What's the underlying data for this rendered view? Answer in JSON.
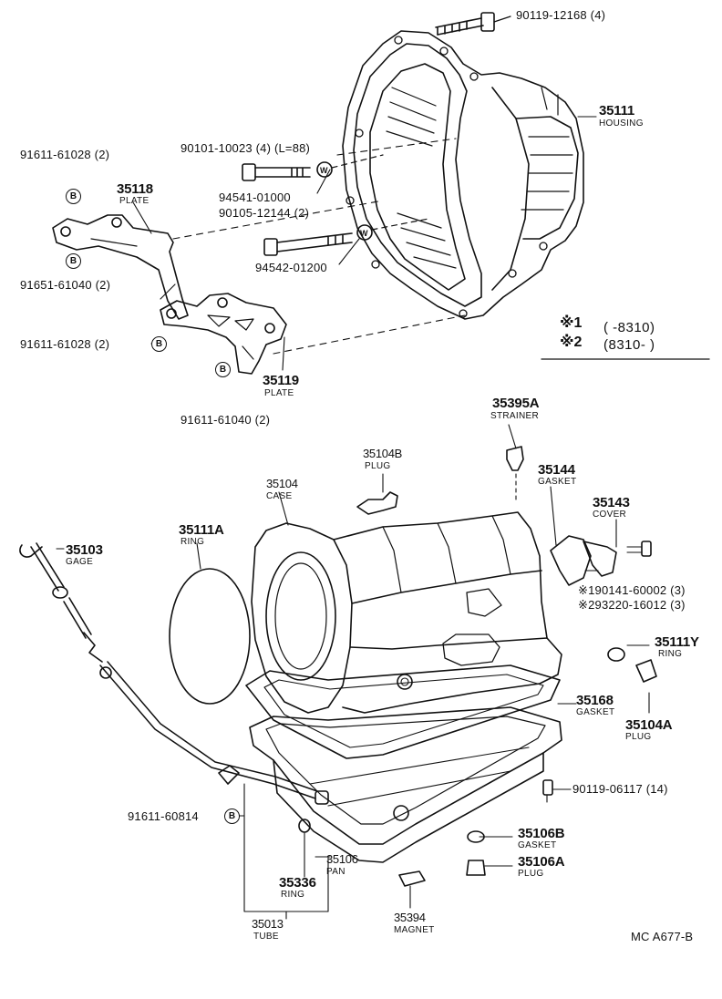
{
  "diagram_code": "MC A677-B",
  "legend": {
    "row1_symbol": "※1",
    "row1_range": "(      -8310)",
    "row2_symbol": "※2",
    "row2_range": "(8310-      )"
  },
  "washer_symbol": "W",
  "bolt_symbol": "B",
  "parts": {
    "bolt_housing": "90119-12168 (4)",
    "housing": {
      "number": "35111",
      "name": "HOUSING"
    },
    "bolt_91611_61028_top": "91611-61028 (2)",
    "bolt_90101": "90101-10023 (4) (L=88)",
    "plate_35118": {
      "number": "35118",
      "name": "PLATE"
    },
    "washer_94541": "94541-01000",
    "bolt_90105": "90105-12144 (2)",
    "washer_94542": "94542-01200",
    "bolt_91651": "91651-61040 (2)",
    "bolt_91611_61028_mid": "91611-61028 (2)",
    "plate_35119": {
      "number": "35119",
      "name": "PLATE"
    },
    "bolt_91611_61040": "91611-61040 (2)",
    "strainer": {
      "number": "35395A",
      "name": "STRAINER"
    },
    "plug_35104b": {
      "number": "35104B",
      "name": "PLUG"
    },
    "gasket_35144": {
      "number": "35144",
      "name": "GASKET"
    },
    "case": {
      "number": "35104",
      "name": "CASE"
    },
    "cover_35143": {
      "number": "35143",
      "name": "COVER"
    },
    "ring_35111a": {
      "number": "35111A",
      "name": "RING"
    },
    "gage": {
      "number": "35103",
      "name": "GAGE"
    },
    "bolt_190141": "※190141-60002 (3)",
    "bolt_293220": "※293220-16012 (3)",
    "ring_35111y": {
      "number": "35111Y",
      "name": "RING"
    },
    "gasket_35168": {
      "number": "35168",
      "name": "GASKET"
    },
    "plug_35104a": {
      "number": "35104A",
      "name": "PLUG"
    },
    "bolt_90119_06117": "90119-06117 (14)",
    "bolt_91611_60814": "91611-60814",
    "gasket_35106b": {
      "number": "35106B",
      "name": "GASKET"
    },
    "pan": {
      "number": "35106",
      "name": "PAN"
    },
    "plug_35106a": {
      "number": "35106A",
      "name": "PLUG"
    },
    "ring_35336": {
      "number": "35336",
      "name": "RING"
    },
    "magnet": {
      "number": "35394",
      "name": "MAGNET"
    },
    "tube": {
      "number": "35013",
      "name": "TUBE"
    }
  }
}
